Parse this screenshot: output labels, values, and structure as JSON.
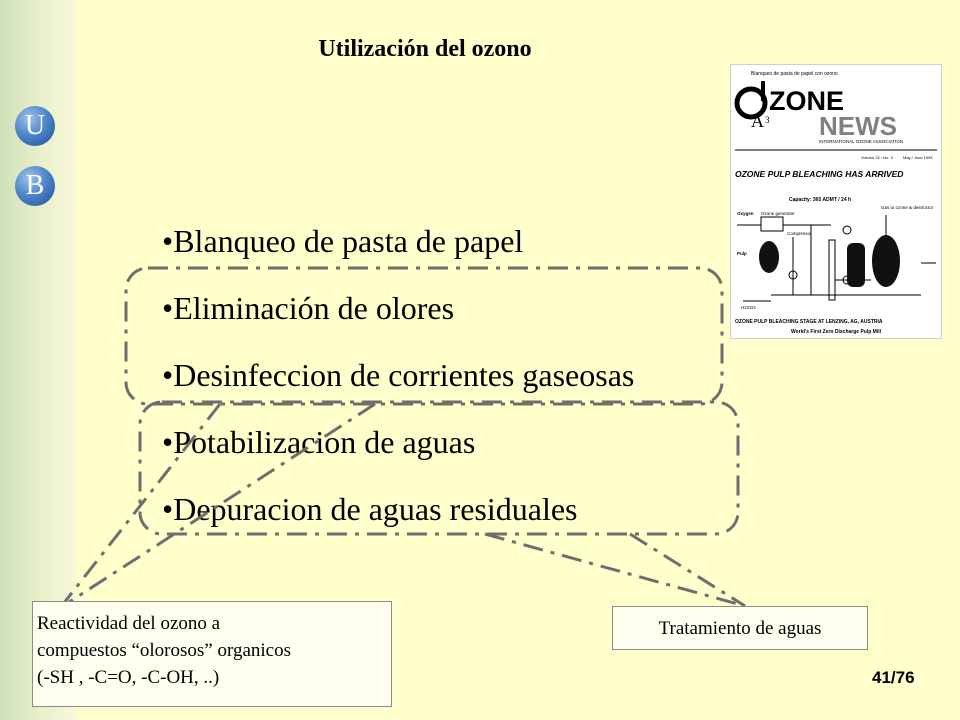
{
  "sidebar": {
    "logo_letters": [
      "U",
      "B"
    ]
  },
  "title": "Utilización del ozono",
  "bullets": [
    "•Blanqueo de pasta de papel",
    "•Eliminación de olores",
    "•Desinfeccion de corrientes gaseosas",
    "•Potabilizacion de aguas",
    "•Depuracion de aguas residuales"
  ],
  "callouts": {
    "reactivity_lines": [
      "Reactividad del ozono a",
      "compuestos “olorosos” organicos",
      "(-SH , -C=O, -C-OH, ..)"
    ],
    "water_treatment": "Tratamiento de aguas"
  },
  "page_number": "41/76",
  "image": {
    "caption": "Blanqueo de pasta de papel con ozono",
    "brand_ozone": "ZONE",
    "brand_news": "NEWS",
    "subscript": "3",
    "association": "INTERNATIONAL OZONE ASSOCIATION",
    "issue": "Volume 22 / No. 3",
    "date": "May / June 1994",
    "headline": "OZONE PULP BLEACHING HAS ARRIVED",
    "capacity": "Capacity: 365 ADMT / 24 h",
    "labels": [
      "Oxygen",
      "Ozone generator",
      "Compressor",
      "Gas to ozone & destructor",
      "Pulp",
      "H2SO4"
    ],
    "stage_caption": "OZONE PULP BLEACHING STAGE AT LENZING, AG, AUSTRIA",
    "tagline": "World's First Zero Discharge Pulp Mill"
  },
  "colors": {
    "background": "#ffffcc",
    "dashed_line": "#6e6e6e",
    "logo_blue": "#3a6fb8"
  }
}
